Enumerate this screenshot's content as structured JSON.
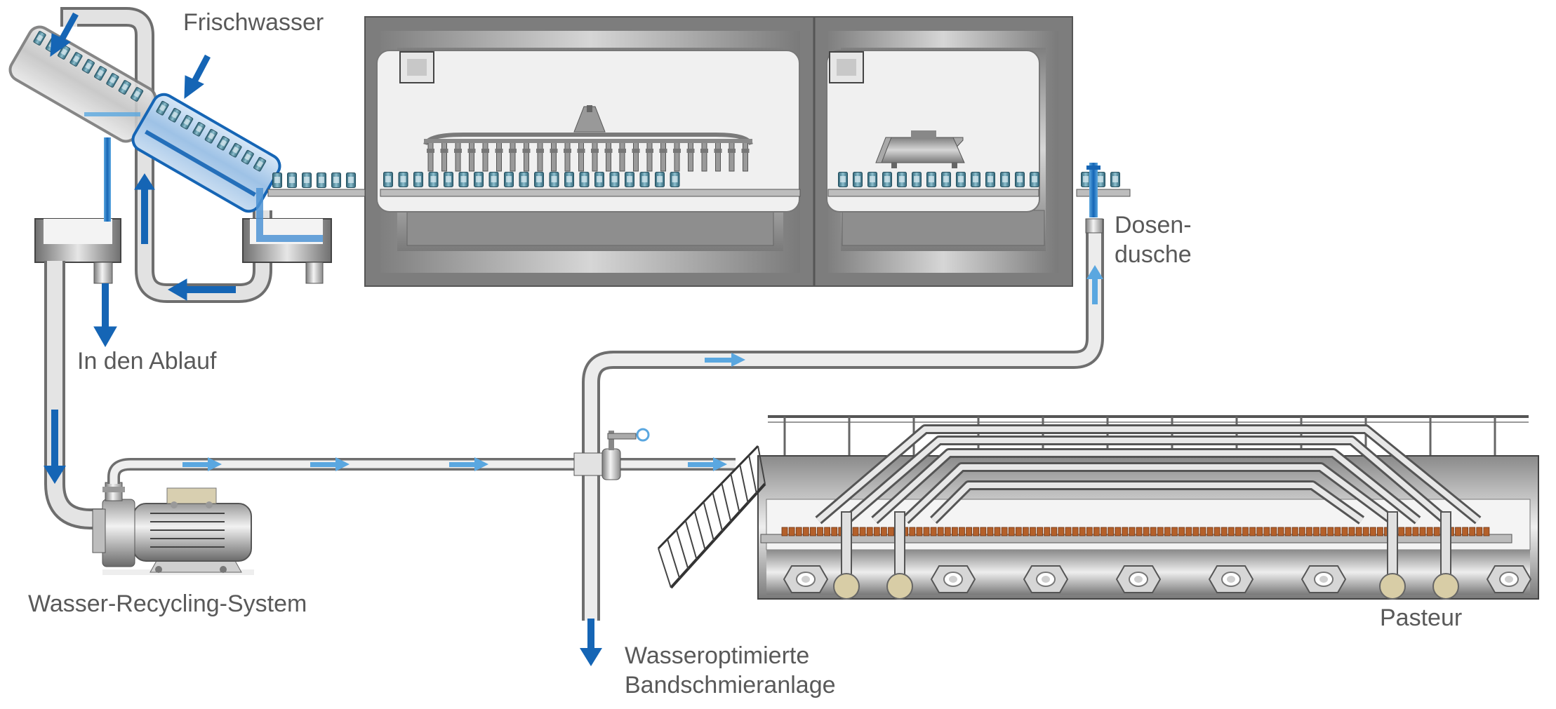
{
  "labels": {
    "fresh_water": "Frischwasser",
    "to_drain": "In den Ablauf",
    "recycling_system": "Wasser-Recycling-System",
    "can_shower_line1": "Dosen-",
    "can_shower_line2": "dusche",
    "band_line1": "Wasseroptimierte",
    "band_line2": "Bandschmieranlage",
    "pasteurizer": "Pasteur"
  },
  "colors": {
    "flow_dark": "#1565b5",
    "flow_light": "#5aa7e0",
    "pipe": "#c8c8c8",
    "pipe_edge": "#6e6e6e",
    "machine_frame": "#8c8c8c",
    "machine_window": "#f0f0f0",
    "can_teal": "#3f7f95",
    "tray_blue": "#a8c6e6",
    "beer_amber": "#b4602a",
    "label_text": "#595959"
  },
  "icons": [
    "flow-arrow-icon",
    "can-icon",
    "pump-motor-icon",
    "valve-icon",
    "stair-icon",
    "porthole-icon"
  ]
}
